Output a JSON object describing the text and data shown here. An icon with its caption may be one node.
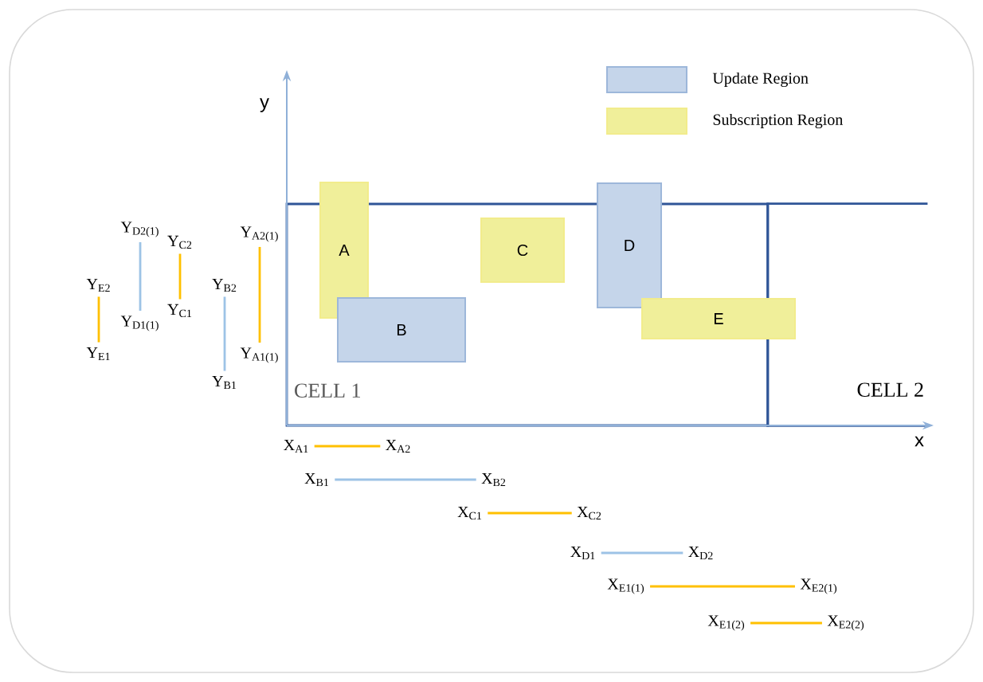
{
  "diagram": {
    "nodes": [
      {
        "text": [
          "CELL 1"
        ]
      },
      {
        "text": [
          "CELL 2"
        ]
      },
      {
        "text": [
          "A"
        ]
      },
      {
        "text": [
          "B"
        ],
        "in": 0
      },
      {
        "text": [
          "C"
        ],
        "in": 0
      },
      {
        "text": [
          "D"
        ]
      },
      {
        "text": [
          "E"
        ]
      },
      {
        "text": [
          "Y$_{E2}$"
        ]
      },
      {
        "text": [
          "Y$_{E1}$"
        ]
      },
      {
        "text": [
          "Y$_{D2(1)}$"
        ]
      },
      {
        "text": [
          "Y$_{D1(1)}$"
        ]
      },
      {
        "text": [
          "Y$_{C2}$"
        ]
      },
      {
        "text": [
          "Y$_{C1}$"
        ]
      },
      {
        "text": [
          "Y$_{B2}$"
        ]
      },
      {
        "text": [
          "Y$_{B1}$"
        ]
      },
      {
        "text": [
          "Y$_{A2(1)}$"
        ]
      },
      {
        "text": [
          "Y$_{A1(1)}$"
        ]
      },
      {
        "text": [
          "X$_{A1}$"
        ]
      },
      {
        "text": [
          "X$_{A2}$"
        ]
      },
      {
        "text": [
          "X$_{B1}$"
        ]
      },
      {
        "text": [
          "X$_{B2}$"
        ]
      },
      {
        "text": [
          "X$_{C1}$"
        ]
      },
      {
        "text": [
          "X$_{C2}$"
        ]
      },
      {
        "text": [
          "X$_{D1}$"
        ]
      },
      {
        "text": [
          "X$_{D2}$"
        ]
      },
      {
        "text": [
          "X$_{E1(1)}$"
        ]
      },
      {
        "text": [
          "X$_{E2(1)}$"
        ]
      },
      {
        "text": [
          "X$_{E1(2)}$"
        ]
      },
      {
        "text": [
          "X$_{E2(2)}$"
        ]
      }
    ],
    "edges": [
      {
        "from": 8,
        "to": 7,
        "arrow": "none",
        "color": "#ffc000"
      },
      {
        "from": 10,
        "to": 9,
        "arrow": "none",
        "color": "#9dc3e6"
      },
      {
        "from": 12,
        "to": 11,
        "arrow": "none",
        "color": "#ffc000"
      },
      {
        "from": 14,
        "to": 13,
        "arrow": "none",
        "color": "#9dc3e6"
      },
      {
        "from": 16,
        "to": 15,
        "arrow": "none",
        "color": "#ffc000"
      },
      {
        "from": 17,
        "to": 18,
        "arrow": "none",
        "color": "#ffc000"
      },
      {
        "from": 19,
        "to": 20,
        "arrow": "none",
        "color": "#9dc3e6"
      },
      {
        "from": 21,
        "to": 22,
        "arrow": "none",
        "color": "#ffc000"
      },
      {
        "from": 23,
        "to": 24,
        "arrow": "none",
        "color": "#9dc3e6"
      },
      {
        "from": 25,
        "to": 26,
        "arrow": "none",
        "color": "#ffc000"
      },
      {
        "from": 27,
        "to": 28,
        "arrow": "none",
        "color": "#ffc000"
      }
    ],
    "labels": [
      "y",
      "x"
    ],
    "legend": [
      {
        "text": "Update Region",
        "color": "#c5d5ea"
      },
      {
        "text": "Subscription Region",
        "color": "#f0ef9a"
      }
    ]
  }
}
